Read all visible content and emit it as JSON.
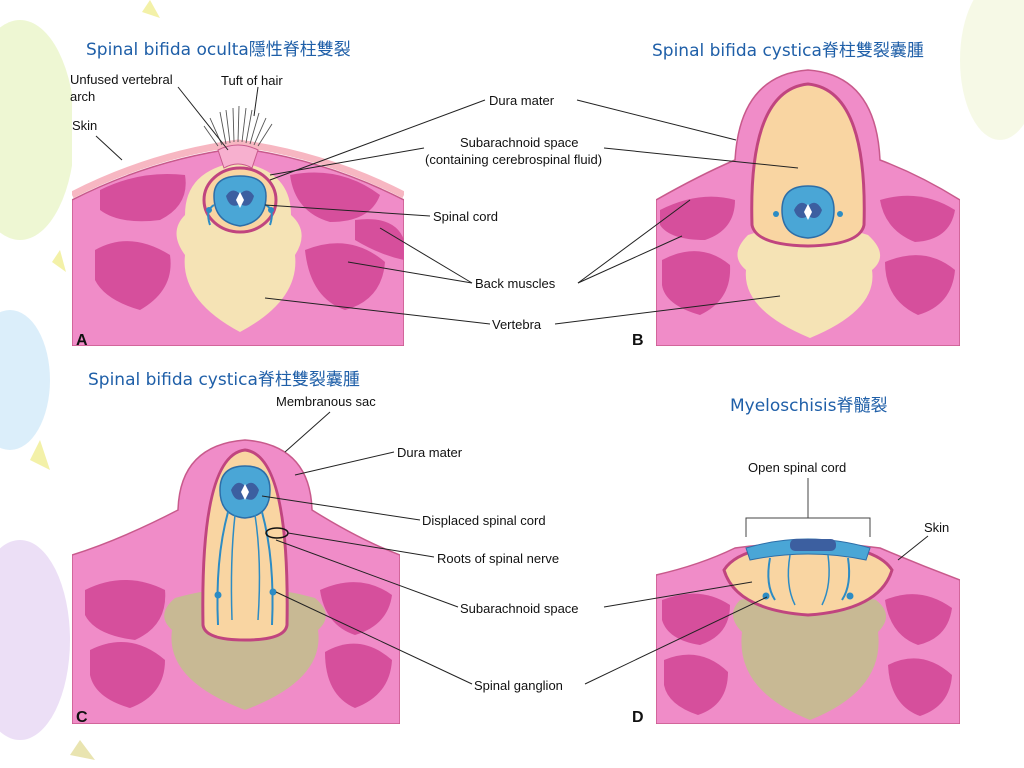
{
  "titles": {
    "a": "Spinal bifida oculta隱性脊柱雙裂",
    "b": "Spinal bifida cystica脊柱雙裂囊腫",
    "c": "Spinal bifida cystica脊柱雙裂囊腫",
    "d": "Myeloschisis脊髓裂"
  },
  "panels": {
    "a": "A",
    "b": "B",
    "c": "C",
    "d": "D"
  },
  "labels_top": {
    "unfused_arch_1": "Unfused vertebral",
    "unfused_arch_2": "arch",
    "tuft": "Tuft of hair",
    "skin": "Skin",
    "dura": "Dura mater",
    "subarachnoid_1": "Subarachnoid space",
    "subarachnoid_2": "(containing cerebrospinal fluid)",
    "spinal_cord": "Spinal cord",
    "back_muscles": "Back muscles",
    "vertebra": "Vertebra"
  },
  "labels_bottom": {
    "membranous_sac": "Membranous sac",
    "dura": "Dura mater",
    "displaced_cord": "Displaced spinal cord",
    "roots": "Roots of spinal nerve",
    "subarachnoid": "Subarachnoid space",
    "ganglion": "Spinal ganglion",
    "open_cord": "Open spinal cord",
    "skin": "Skin"
  },
  "colors": {
    "skin": "#f08cc8",
    "skin_edge": "#c85a8c",
    "muscle": "#d64f9c",
    "vertebra": "#f5e3b5",
    "vertebra_dark": "#c8b994",
    "csf": "#f9d5a2",
    "dura": "#c0457f",
    "cord": "#4aa6d6",
    "cord_dark": "#3c5fa0",
    "title": "#1f5fa8"
  }
}
